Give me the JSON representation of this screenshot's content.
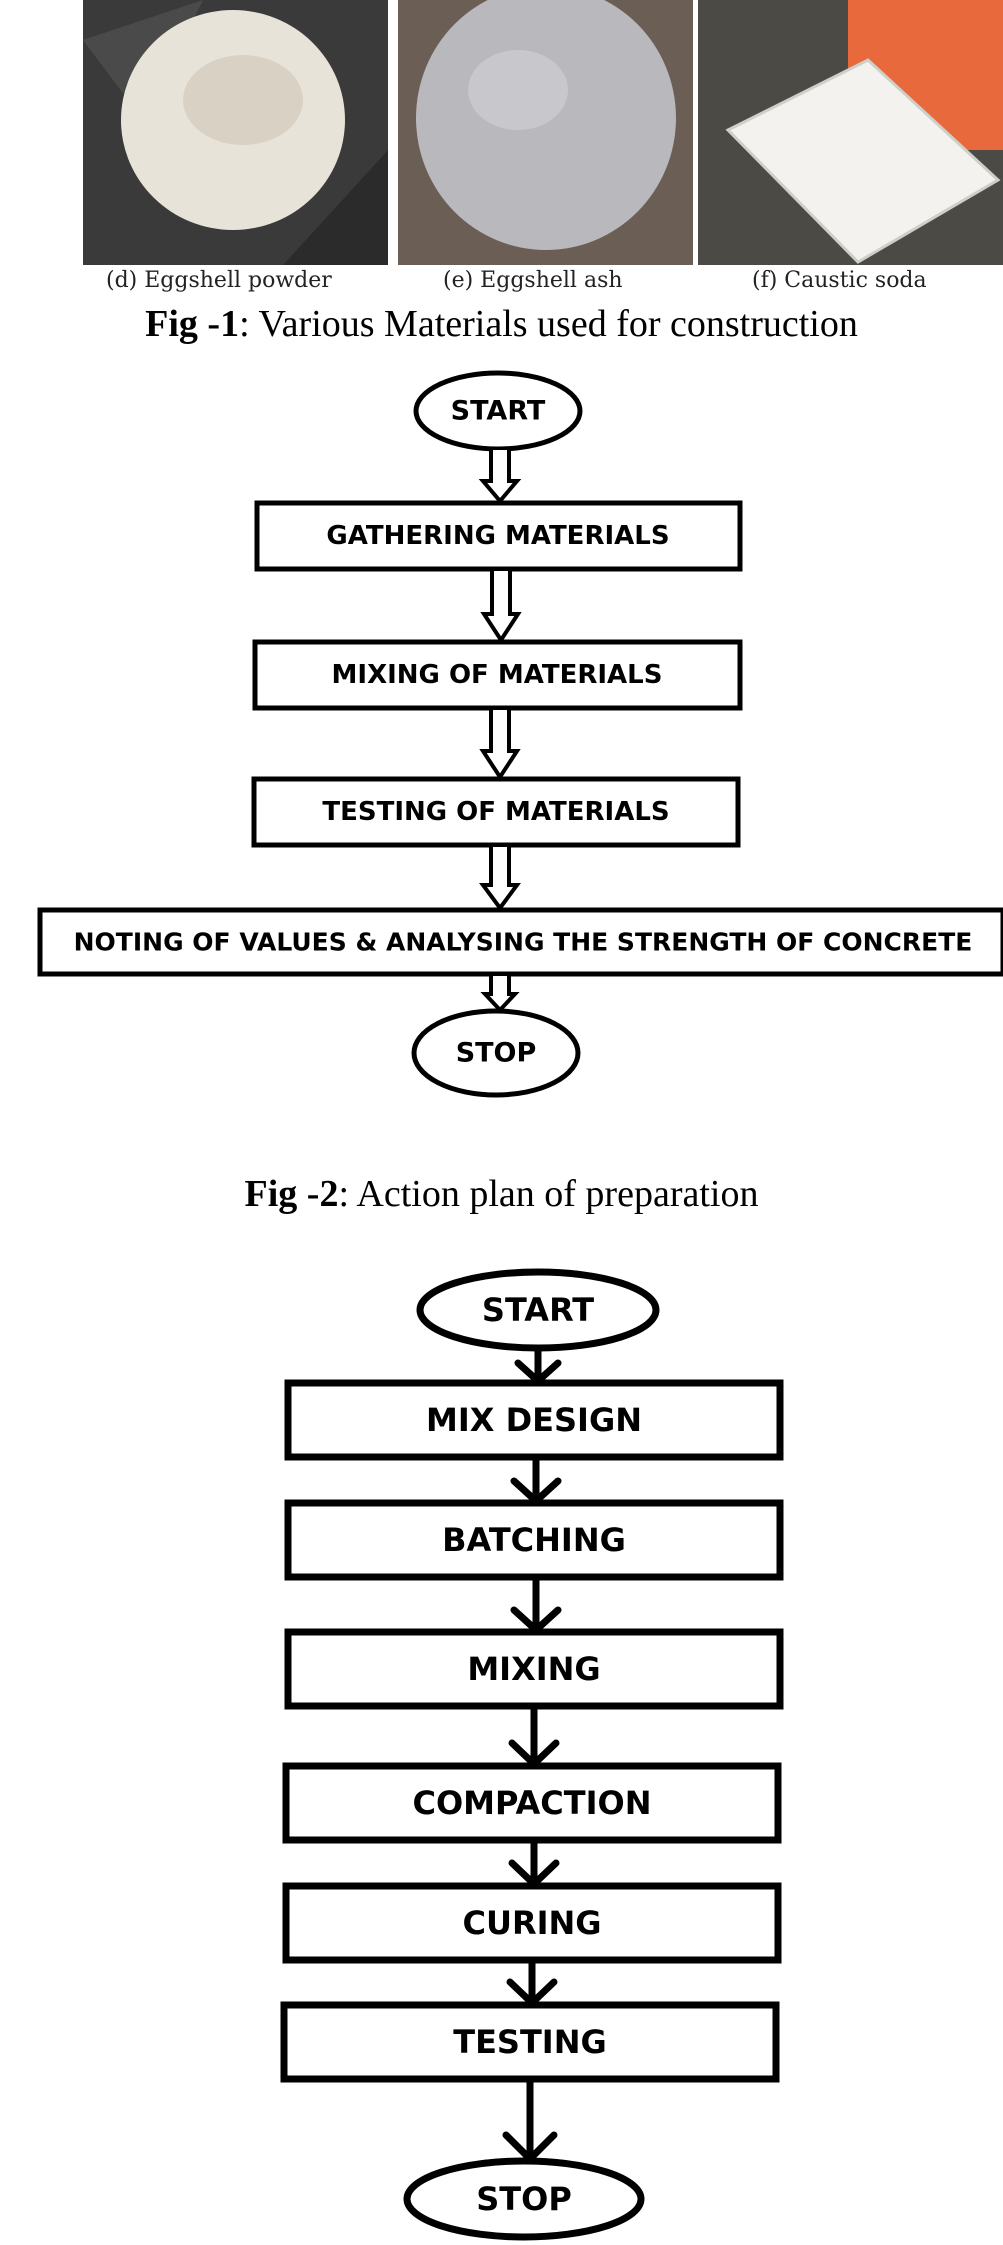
{
  "figure1": {
    "photos": [
      {
        "caption": "(d) Eggshell powder",
        "color": "#e9e5dc"
      },
      {
        "caption": "(e) Eggshell ash",
        "color": "#b7b7bc"
      },
      {
        "caption": "(f) Caustic soda",
        "color": "#f2f1ec"
      }
    ],
    "caption_label": "Fig -1",
    "caption_text": ": Various Materials used for construction"
  },
  "figure2": {
    "start": "START",
    "steps": [
      "GATHERING MATERIALS",
      "MIXING OF MATERIALS",
      "TESTING OF MATERIALS",
      "NOTING OF VALUES & ANALYSING THE STRENGTH OF CONCRETE"
    ],
    "stop": "STOP",
    "caption_label": "Fig -2",
    "caption_text": ": Action plan of preparation"
  },
  "figure3": {
    "start": "START",
    "steps": [
      "MIX DESIGN",
      "BATCHING",
      "MIXING",
      "COMPACTION",
      "CURING",
      "TESTING"
    ],
    "stop": "STOP"
  },
  "colors": {
    "stroke": "#000000",
    "background": "#ffffff"
  }
}
